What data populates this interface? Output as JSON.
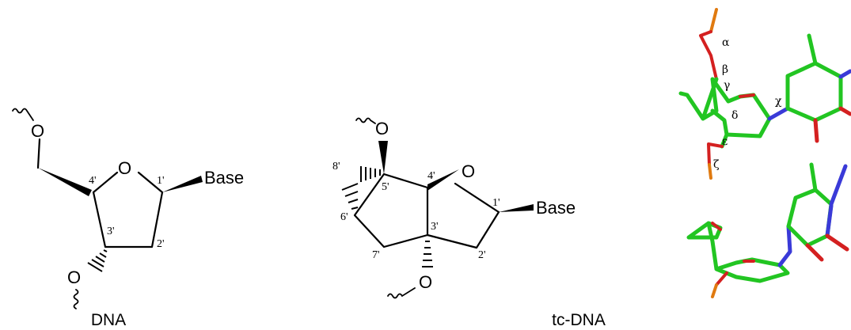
{
  "dna": {
    "caption": "DNA",
    "atoms": {
      "o5": "O",
      "o4": "O",
      "o3": "O",
      "base": "Base"
    },
    "positions": {
      "p1": "1'",
      "p2": "2'",
      "p3": "3'",
      "p4": "4'"
    }
  },
  "tcdna": {
    "caption": "tc-DNA",
    "atoms": {
      "o5": "O",
      "o4": "O",
      "o3": "O",
      "base": "Base"
    },
    "positions": {
      "p1": "1'",
      "p2": "2'",
      "p3": "3'",
      "p4": "4'",
      "p5": "5'",
      "p6": "6'",
      "p7": "7'",
      "p8": "8'"
    }
  },
  "model": {
    "torsions": {
      "alpha": "α",
      "beta": "β",
      "gamma": "γ",
      "delta": "δ",
      "epsilon": "ε",
      "zeta": "ζ",
      "chi": "χ"
    },
    "colors": {
      "carbon": "#22c522",
      "oxygen": "#d42020",
      "nitrogen": "#3a3ad8",
      "phosphorus": "#e07a10"
    }
  }
}
